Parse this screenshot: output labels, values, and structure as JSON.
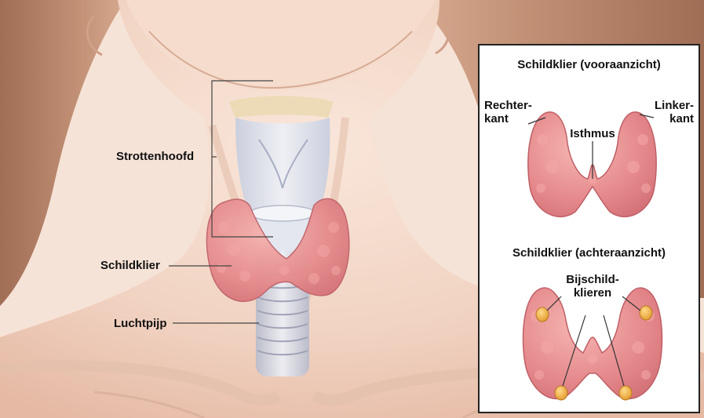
{
  "main": {
    "labels": {
      "larynx": "Strottenhoofd",
      "thyroid": "Schildklier",
      "trachea": "Luchtpijp"
    }
  },
  "inset": {
    "front_title": "Schildklier (vooraanzicht)",
    "right_side_line1": "Rechter-",
    "right_side_line2": "kant",
    "left_side_line1": "Linker-",
    "left_side_line2": "kant",
    "isthmus": "Isthmus",
    "back_title": "Schildklier (achteraanzicht)",
    "parathyroid_line1": "Bijschild-",
    "parathyroid_line2": "klieren"
  },
  "colors": {
    "skin": "#f3d7c6",
    "hair": "#b98469",
    "thyroid": "#e4868a",
    "cartilage": "#dfe3ee",
    "parathyroid": "#f2b142",
    "inset_border": "#222222"
  }
}
